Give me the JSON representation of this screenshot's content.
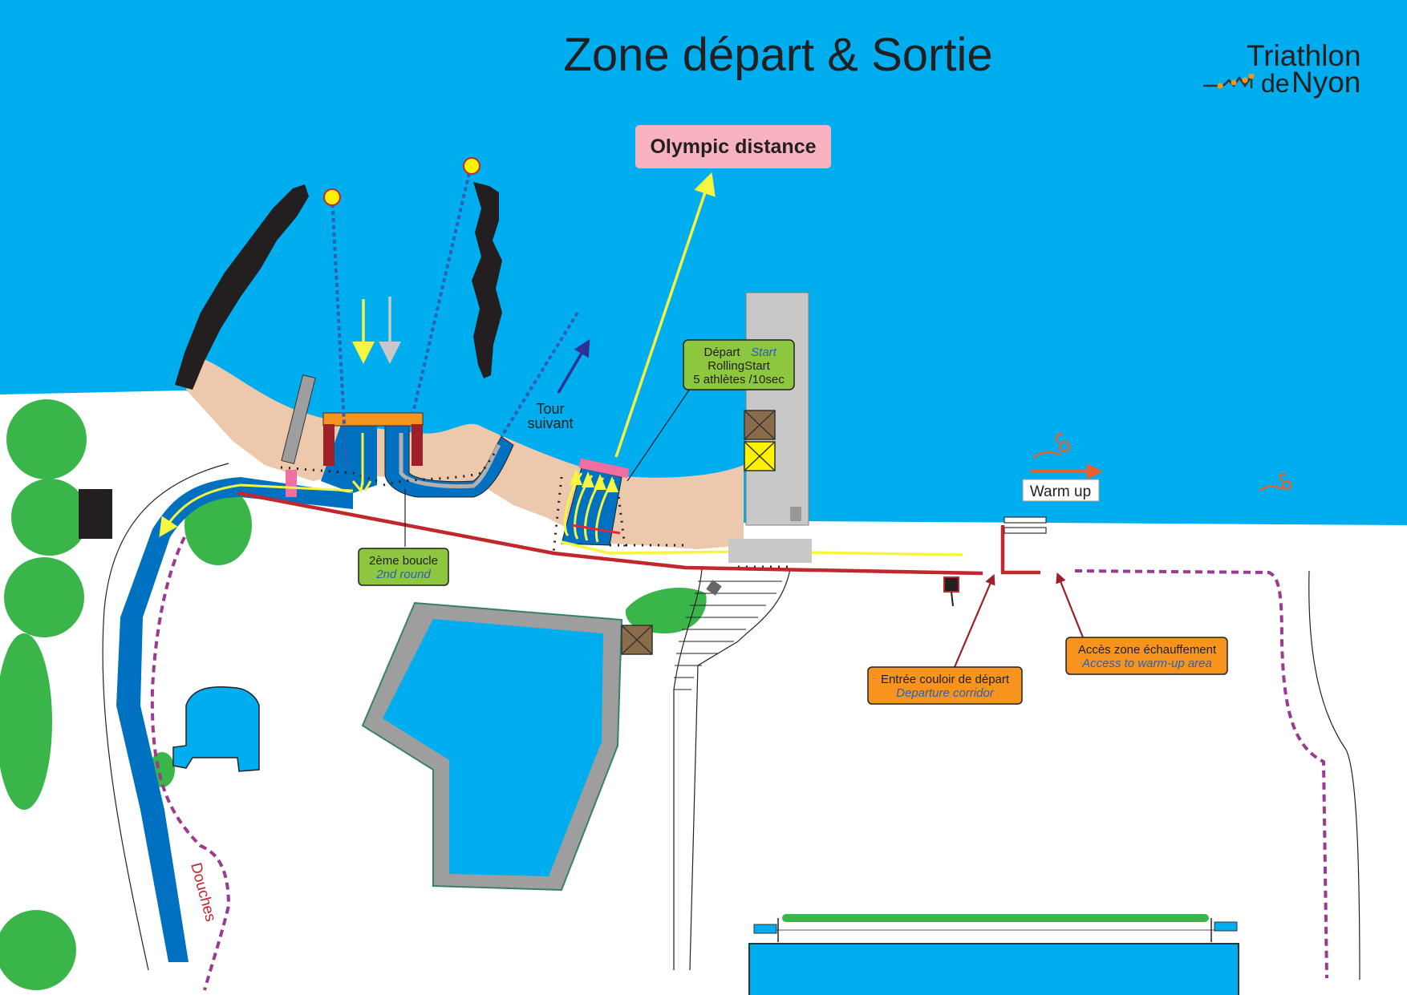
{
  "title": "Zone départ & Sortie",
  "logo": {
    "line1": "Triathlon",
    "line2a": "de",
    "line2b": "Nyon"
  },
  "labels": {
    "olympic": "Olympic distance",
    "depart_fr": "Départ",
    "depart_en": "Start",
    "rolling": "RollingStart",
    "athletes": "5 athlètes /10sec",
    "tour_line1": "Tour",
    "tour_line2": "suivant",
    "boucle_fr": "2ème boucle",
    "boucle_en": "2nd round",
    "warmup": "Warm up",
    "entree_fr": "Entrée couloir de départ",
    "entree_en": "Departure corridor",
    "acces_fr": "Accès zone échauffement",
    "acces_en": "Access to warm-up area",
    "douches": "Douches"
  },
  "icons": [
    "swimmer-icon",
    "buoy-icon",
    "arrow-icon"
  ],
  "colors": {
    "lake": "#00aeef",
    "sand": "#ecc9ac",
    "trees": "#3ab54a",
    "swim_corridor": "#0070c0",
    "path_red": "#c1272d",
    "path_yellow": "#f5f542",
    "dashed_purple": "#9b3a8f",
    "green_label": "#8dc63f",
    "orange_label": "#f7941d",
    "pink_label": "#f9b3c0",
    "pier_gray": "#c8c8c8"
  }
}
